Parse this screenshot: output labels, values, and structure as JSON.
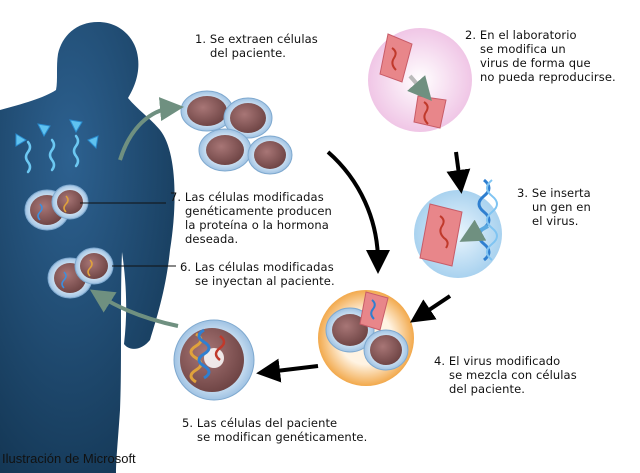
{
  "steps": [
    {
      "id": 1,
      "text": "1. Se extraen células\n    del paciente."
    },
    {
      "id": 2,
      "text": "2. En el laboratorio\n    se modifica un\n    virus de forma que\n    no pueda reproducirse."
    },
    {
      "id": 3,
      "text": "3. Se inserta\n    un gen en\n    el virus."
    },
    {
      "id": 4,
      "text": "4. El virus modificado\n    se mezcla con células\n    del paciente."
    },
    {
      "id": 5,
      "text": "5. Las células del paciente\n    se modifican genéticamente."
    },
    {
      "id": 6,
      "text": "6. Las células modificadas\n    se inyectan al paciente."
    },
    {
      "id": 7,
      "text": "7. Las células modificadas\n    genéticamente producen\n    la proteína o la hormona\n    deseada."
    }
  ],
  "credit": "Ilustración de Microsoft",
  "colors": {
    "body": "#1f4a73",
    "cell": "#8a5a5a",
    "cell_ring": "#b8d4ee",
    "virus": "#e8868a",
    "dna_blue": "#2f7fd0",
    "dna_red": "#c0392b",
    "arrow": "#000000",
    "arrow_gray": "#6f9080",
    "halo_pink": "#f4d4ec",
    "halo_blue": "#cce4f4",
    "halo_orange": "#f6c27a"
  }
}
